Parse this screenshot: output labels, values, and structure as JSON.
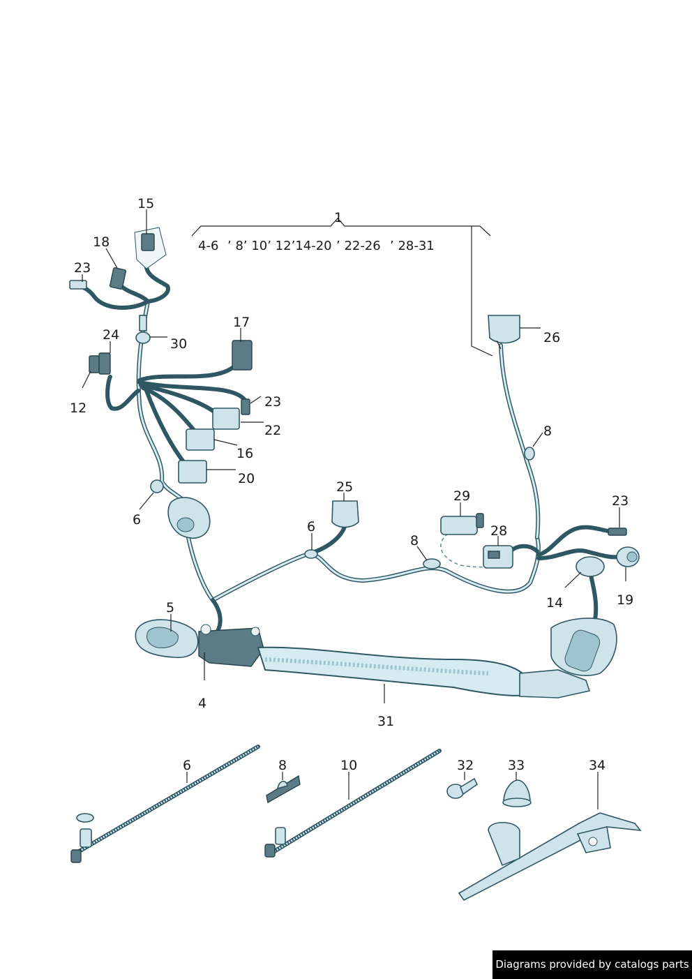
{
  "callouts": {
    "c1": "1",
    "c15": "15",
    "c18": "18",
    "c23a": "23",
    "c24": "24",
    "c30": "30",
    "c12": "12",
    "c17": "17",
    "c23b": "23",
    "c22": "22",
    "c16": "16",
    "c20": "20",
    "c6a": "6",
    "c26": "26",
    "c8a": "8",
    "c25": "25",
    "c6b": "6",
    "c29": "29",
    "c8b": "8",
    "c28": "28",
    "c23c": "23",
    "c14": "14",
    "c19": "19",
    "c5": "5",
    "c4": "4",
    "c31": "31",
    "c6c": "6",
    "c8c": "8",
    "c10": "10",
    "c32": "32",
    "c33": "33",
    "c34": "34"
  },
  "group_ranges": {
    "r1": "4-6",
    "r2": "’ 8’ 10’ 12’14-20",
    "r3": "’ 22-26",
    "r4": "’ 28-31"
  },
  "credit": "Diagrams provided by catalogs parts",
  "colors": {
    "wire": "#2f5763",
    "part_fill": "#cfe3ea",
    "credit_bg": "#000000"
  }
}
